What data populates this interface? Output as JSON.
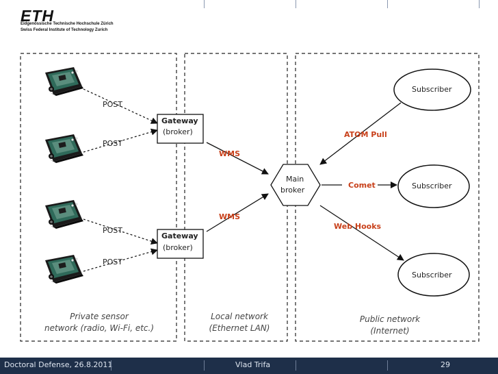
{
  "header": {
    "logo": "ETH",
    "line1": "Eidgenössische Technische Hochschule Zürich",
    "line2": "Swiss Federal Institute of Technology Zurich"
  },
  "diagram": {
    "post_labels": [
      "POST",
      "POST",
      "POST",
      "POST"
    ],
    "gateway_top": {
      "title": "Gateway",
      "sub": "(broker)"
    },
    "gateway_bottom": {
      "title": "Gateway",
      "sub": "(broker)"
    },
    "wms_labels": [
      "WMS",
      "WMS"
    ],
    "main_broker": [
      "Main",
      "broker"
    ],
    "protocols": {
      "atom": "ATOM Pull",
      "comet": "Comet",
      "webhooks": "Web Hooks"
    },
    "subscribers": [
      "Subscriber",
      "Subscriber",
      "Subscriber"
    ],
    "captions": {
      "private": [
        "Private sensor",
        "network (radio, Wi-Fi, etc.)"
      ],
      "local": [
        "Local network",
        "(Ethernet LAN)"
      ],
      "public": [
        "Public network",
        "(Internet)"
      ]
    }
  },
  "footer": {
    "left": "Doctoral Defense, 26.8.2011",
    "center": "Vlad Trifa",
    "page": "29"
  },
  "colors": {
    "accent_red": "#c8401a",
    "footer_bg": "#1e2f49"
  }
}
